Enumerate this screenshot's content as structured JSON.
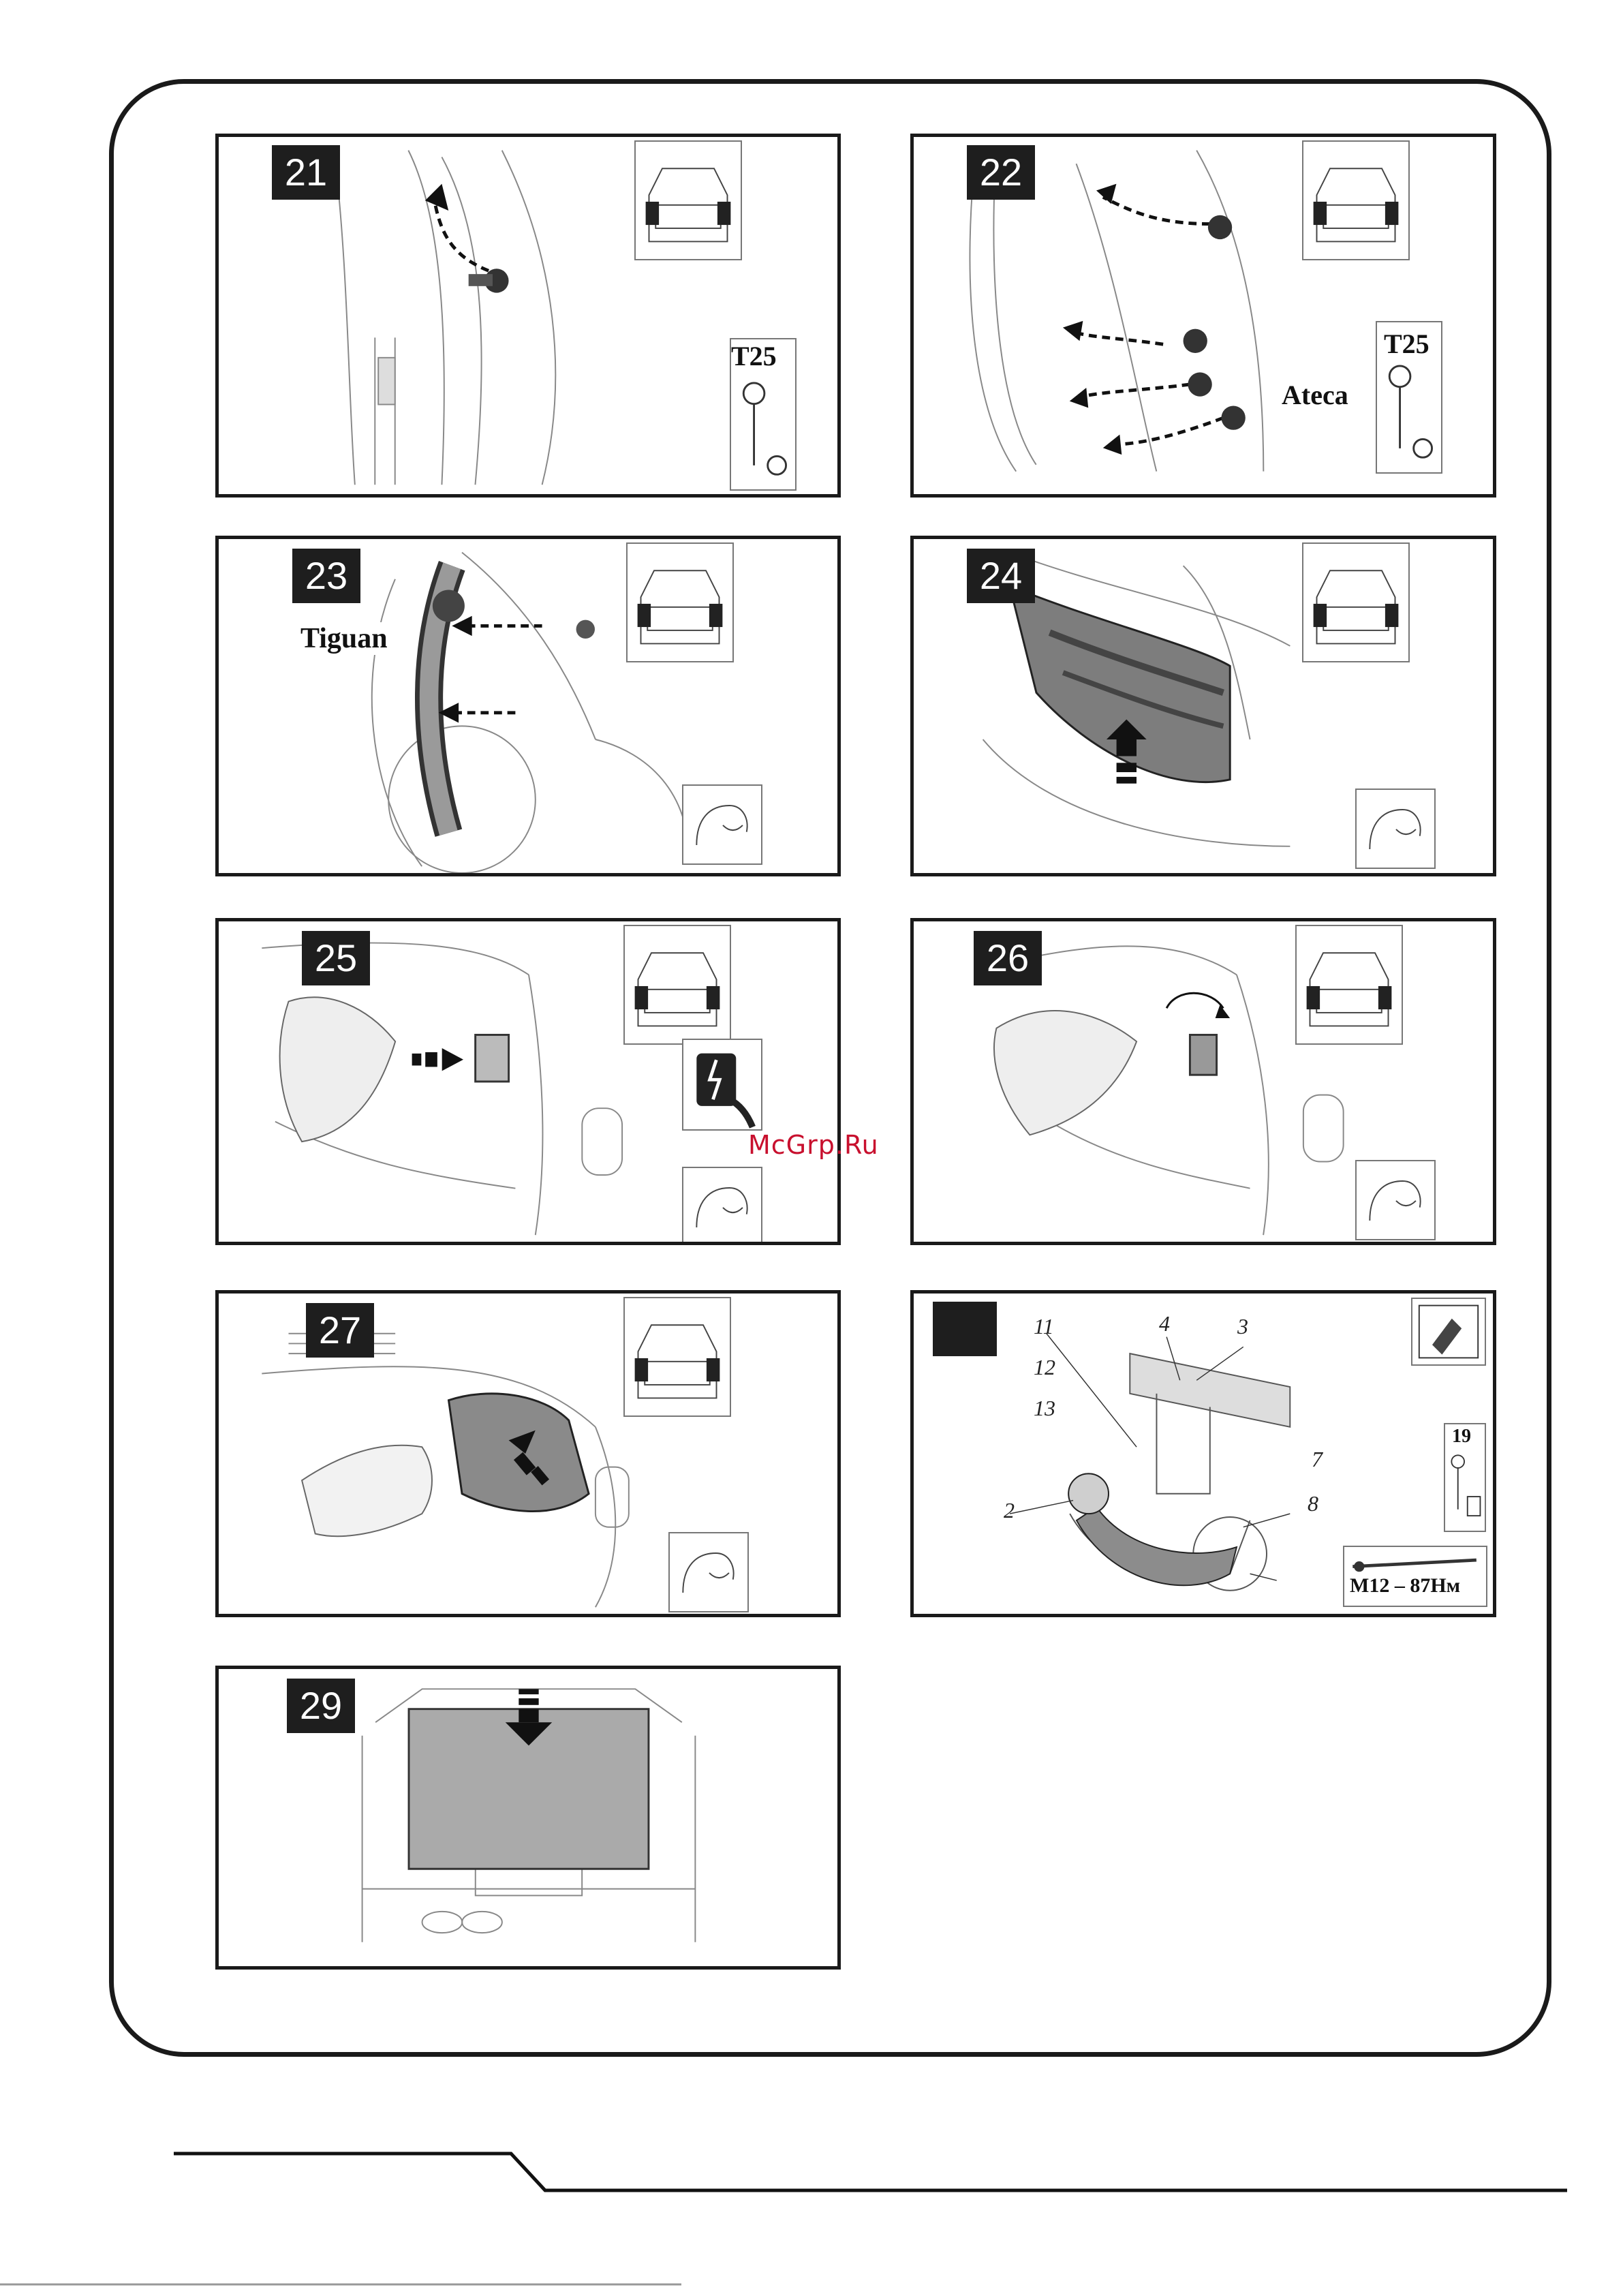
{
  "panels": [
    {
      "number": "21",
      "tool": "T25",
      "note": ""
    },
    {
      "number": "22",
      "tool": "T25",
      "note": "Ateca"
    },
    {
      "number": "23",
      "tool": "",
      "note": "Tiguan"
    },
    {
      "number": "24",
      "tool": "",
      "note": ""
    },
    {
      "number": "25",
      "tool": "",
      "note": ""
    },
    {
      "number": "26",
      "tool": "",
      "note": ""
    },
    {
      "number": "27",
      "tool": "",
      "note": ""
    },
    {
      "number": "",
      "tool": "19",
      "note": "M12 – 87Нм",
      "callouts": [
        "11",
        "4",
        "3",
        "12",
        "13",
        "7",
        "2",
        "8"
      ]
    },
    {
      "number": "29",
      "tool": "",
      "note": ""
    }
  ],
  "watermark": "McGrp.Ru",
  "colors": {
    "ink": "#1e1e1e",
    "watermark": "#c8102e",
    "gray_fill": "#8f8f8f"
  },
  "icons": [
    "car-rear-icon",
    "torx-wrench-icon",
    "hand-icon",
    "connector-icon",
    "socket-wrench-icon",
    "torque-wrench-icon",
    "manual-icon"
  ]
}
